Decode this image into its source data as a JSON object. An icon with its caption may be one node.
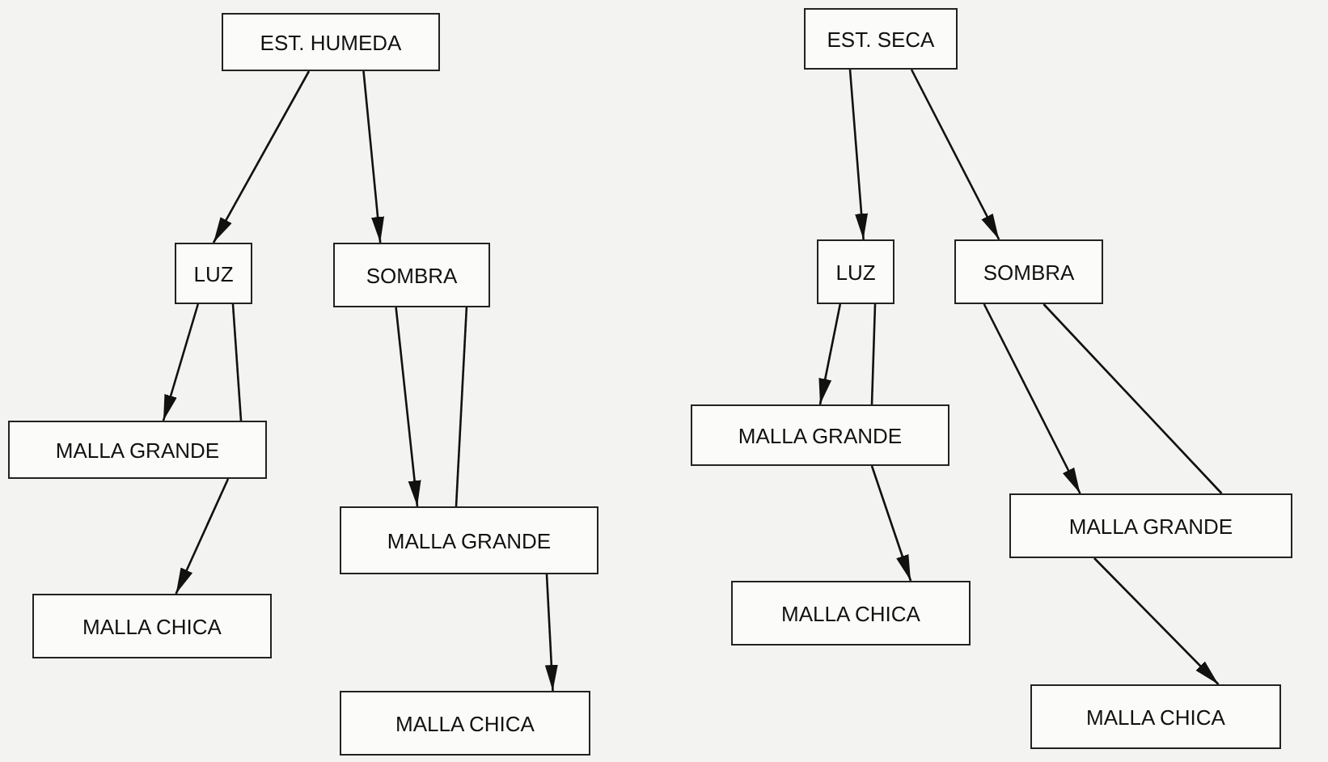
{
  "diagram": {
    "nodes": [
      {
        "text": [
          "EST. HUMEDA"
        ]
      },
      {
        "text": [
          "LUZ"
        ]
      },
      {
        "text": [
          "SOMBRA"
        ]
      },
      {
        "text": [
          "MALLA GRANDE"
        ]
      },
      {
        "text": [
          "MALLA CHICA"
        ]
      },
      {
        "text": [
          "MALLA GRANDE"
        ]
      },
      {
        "text": [
          "MALLA CHICA"
        ]
      },
      {
        "text": [
          "EST. SECA"
        ]
      },
      {
        "text": [
          "LUZ"
        ]
      },
      {
        "text": [
          "SOMBRA"
        ]
      },
      {
        "text": [
          "MALLA GRANDE"
        ]
      },
      {
        "text": [
          "MALLA CHICA"
        ]
      },
      {
        "text": [
          "MALLA GRANDE"
        ]
      },
      {
        "text": [
          "MALLA CHICA"
        ]
      }
    ],
    "edges": [
      {
        "from": 0,
        "to": 1,
        "arrow": "to"
      },
      {
        "from": 0,
        "to": 2,
        "arrow": "to"
      },
      {
        "from": 1,
        "to": 3,
        "arrow": "to"
      },
      {
        "from": 1,
        "to": 3,
        "arrow": "none"
      },
      {
        "from": 2,
        "to": 5,
        "arrow": "to"
      },
      {
        "from": 2,
        "to": 5,
        "arrow": "none"
      },
      {
        "from": 3,
        "to": 4,
        "arrow": "to"
      },
      {
        "from": 5,
        "to": 6,
        "arrow": "to"
      },
      {
        "from": 7,
        "to": 8,
        "arrow": "to"
      },
      {
        "from": 7,
        "to": 9,
        "arrow": "to"
      },
      {
        "from": 8,
        "to": 10,
        "arrow": "to"
      },
      {
        "from": 8,
        "to": 10,
        "arrow": "none"
      },
      {
        "from": 9,
        "to": 12,
        "arrow": "to"
      },
      {
        "from": 9,
        "to": 12,
        "arrow": "none"
      },
      {
        "from": 10,
        "to": 11,
        "arrow": "to"
      },
      {
        "from": 12,
        "to": 13,
        "arrow": "to"
      }
    ]
  }
}
